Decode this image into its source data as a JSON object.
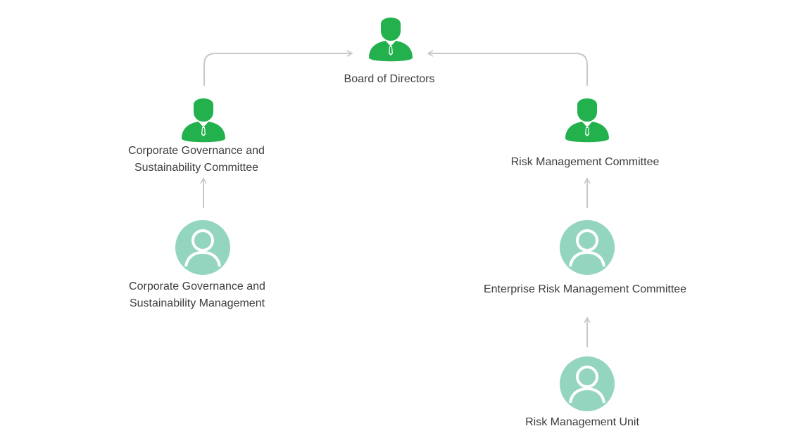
{
  "colors": {
    "executive": "#22b14c",
    "management": "#93d5bf",
    "connector": "#c8c8c8",
    "text": "#3d3d3d"
  },
  "nodes": {
    "board": {
      "label": [
        "Board of Directors"
      ],
      "icon": "executive-person-icon"
    },
    "cg_committee": {
      "label": [
        "Corporate Governance and",
        "Sustainability Committee"
      ],
      "icon": "executive-person-icon"
    },
    "risk_committee": {
      "label": [
        "Risk Management Committee"
      ],
      "icon": "executive-person-icon"
    },
    "cg_management": {
      "label": [
        "Corporate Governance and",
        "Sustainability Management"
      ],
      "icon": "user-circle-icon"
    },
    "erm_committee": {
      "label": [
        "Enterprise Risk Management Committee"
      ],
      "icon": "user-circle-icon"
    },
    "risk_unit": {
      "label": [
        "Risk Management Unit"
      ],
      "icon": "user-circle-icon"
    }
  },
  "edges": [
    {
      "from": "cg_committee",
      "to": "board"
    },
    {
      "from": "risk_committee",
      "to": "board"
    },
    {
      "from": "cg_management",
      "to": "cg_committee"
    },
    {
      "from": "erm_committee",
      "to": "risk_committee"
    },
    {
      "from": "risk_unit",
      "to": "erm_committee"
    }
  ]
}
